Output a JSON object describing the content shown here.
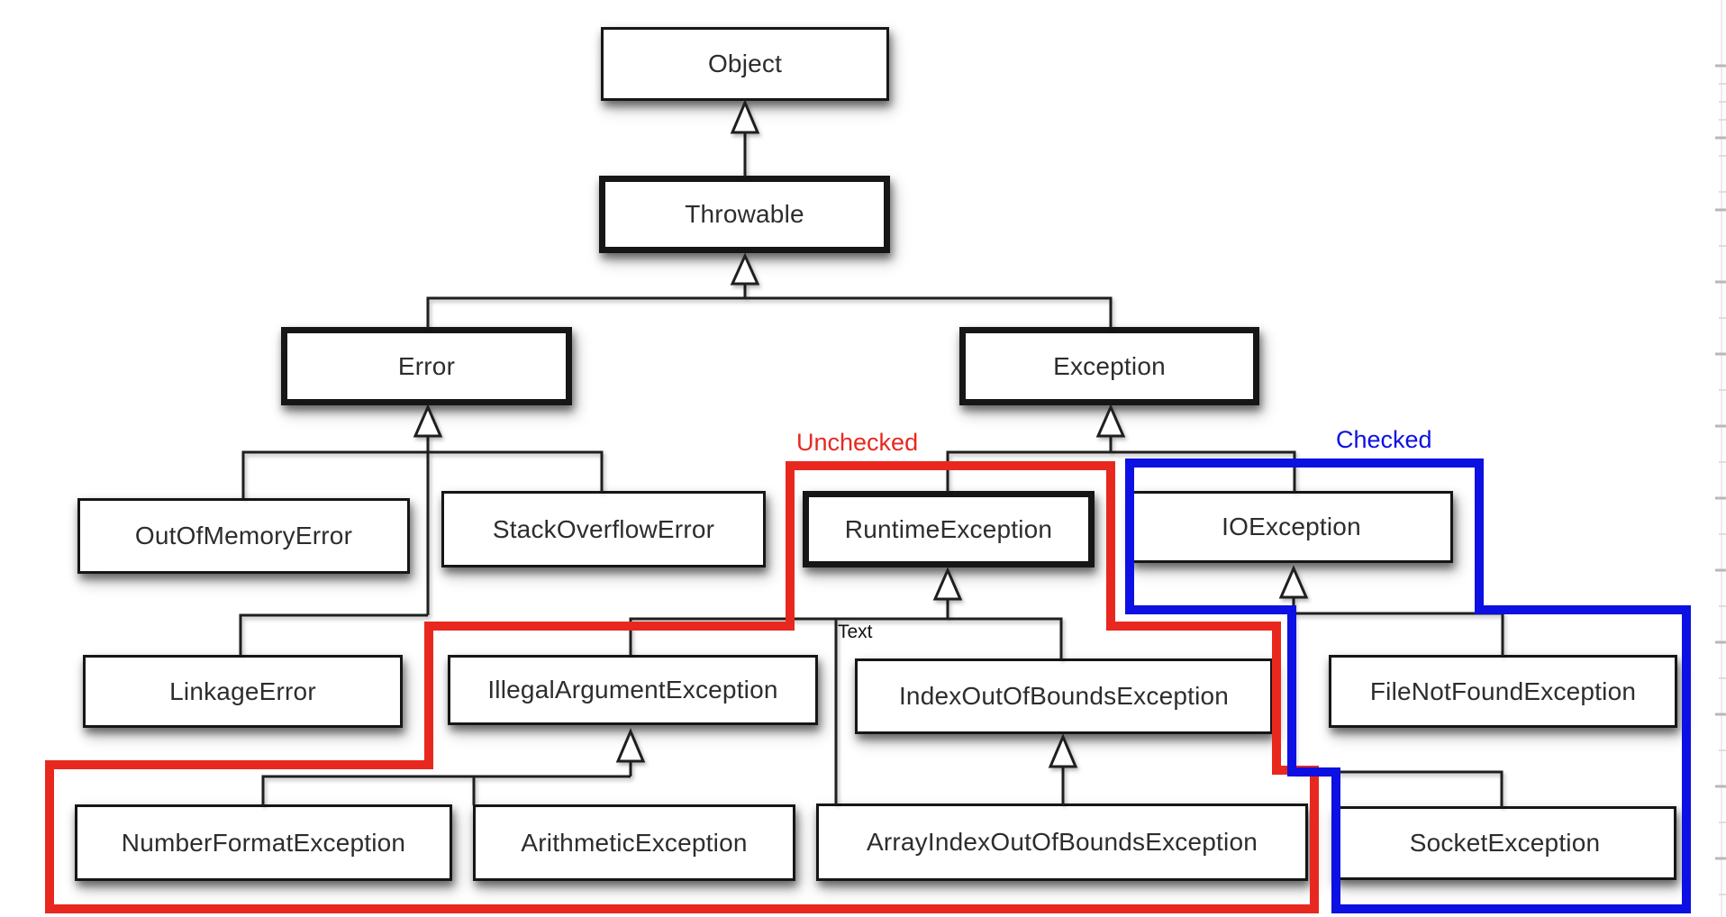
{
  "diagram": {
    "labels": {
      "unchecked": "Unchecked",
      "checked": "Checked",
      "note": "Text"
    },
    "colors": {
      "unchecked_outline": "#e8281f",
      "checked_outline": "#0c10e2",
      "connector_line": "#1f1f1f",
      "box_border": "#161616",
      "box_fill": "#ffffff"
    },
    "nodes": [
      {
        "id": "object",
        "label": "Object",
        "emphasis": false
      },
      {
        "id": "throwable",
        "label": "Throwable",
        "emphasis": true
      },
      {
        "id": "error",
        "label": "Error",
        "emphasis": true
      },
      {
        "id": "exception",
        "label": "Exception",
        "emphasis": true
      },
      {
        "id": "out-of-memory-error",
        "label": "OutOfMemoryError",
        "emphasis": false
      },
      {
        "id": "stack-overflow-error",
        "label": "StackOverflowError",
        "emphasis": false
      },
      {
        "id": "runtime-exception",
        "label": "RuntimeException",
        "emphasis": true
      },
      {
        "id": "io-exception",
        "label": "IOException",
        "emphasis": false
      },
      {
        "id": "linkage-error",
        "label": "LinkageError",
        "emphasis": false
      },
      {
        "id": "illegal-argument-exception",
        "label": "IllegalArgumentException",
        "emphasis": false
      },
      {
        "id": "index-out-of-bounds-exception",
        "label": "IndexOutOfBoundsException",
        "emphasis": false
      },
      {
        "id": "file-not-found-exception",
        "label": "FileNotFoundException",
        "emphasis": false
      },
      {
        "id": "number-format-exception",
        "label": "NumberFormatException",
        "emphasis": false
      },
      {
        "id": "arithmetic-exception",
        "label": "ArithmeticException",
        "emphasis": false
      },
      {
        "id": "array-index-out-of-bounds-exception",
        "label": "ArrayIndexOutOfBoundsException",
        "emphasis": false
      },
      {
        "id": "socket-exception",
        "label": "SocketException",
        "emphasis": false
      }
    ],
    "edges": [
      {
        "child": "Throwable",
        "parent": "Object"
      },
      {
        "child": "Error",
        "parent": "Throwable"
      },
      {
        "child": "Exception",
        "parent": "Throwable"
      },
      {
        "child": "OutOfMemoryError",
        "parent": "Error"
      },
      {
        "child": "StackOverflowError",
        "parent": "Error"
      },
      {
        "child": "LinkageError",
        "parent": "Error"
      },
      {
        "child": "RuntimeException",
        "parent": "Exception"
      },
      {
        "child": "IOException",
        "parent": "Exception"
      },
      {
        "child": "IllegalArgumentException",
        "parent": "RuntimeException"
      },
      {
        "child": "IndexOutOfBoundsException",
        "parent": "RuntimeException"
      },
      {
        "child": "ArrayIndexOutOfBoundsException",
        "parent": "IndexOutOfBoundsException"
      },
      {
        "child": "NumberFormatException",
        "parent": "IllegalArgumentException"
      },
      {
        "child": "ArithmeticException",
        "parent": "IllegalArgumentException"
      },
      {
        "child": "FileNotFoundException",
        "parent": "IOException"
      },
      {
        "child": "SocketException",
        "parent": "IOException"
      }
    ],
    "groups": [
      {
        "label": "Unchecked",
        "color": "#e8281f",
        "members": [
          "RuntimeException",
          "IllegalArgumentException",
          "IndexOutOfBoundsException",
          "NumberFormatException",
          "ArithmeticException",
          "ArrayIndexOutOfBoundsException"
        ]
      },
      {
        "label": "Checked",
        "color": "#0c10e2",
        "members": [
          "IOException",
          "FileNotFoundException",
          "SocketException"
        ]
      }
    ]
  }
}
